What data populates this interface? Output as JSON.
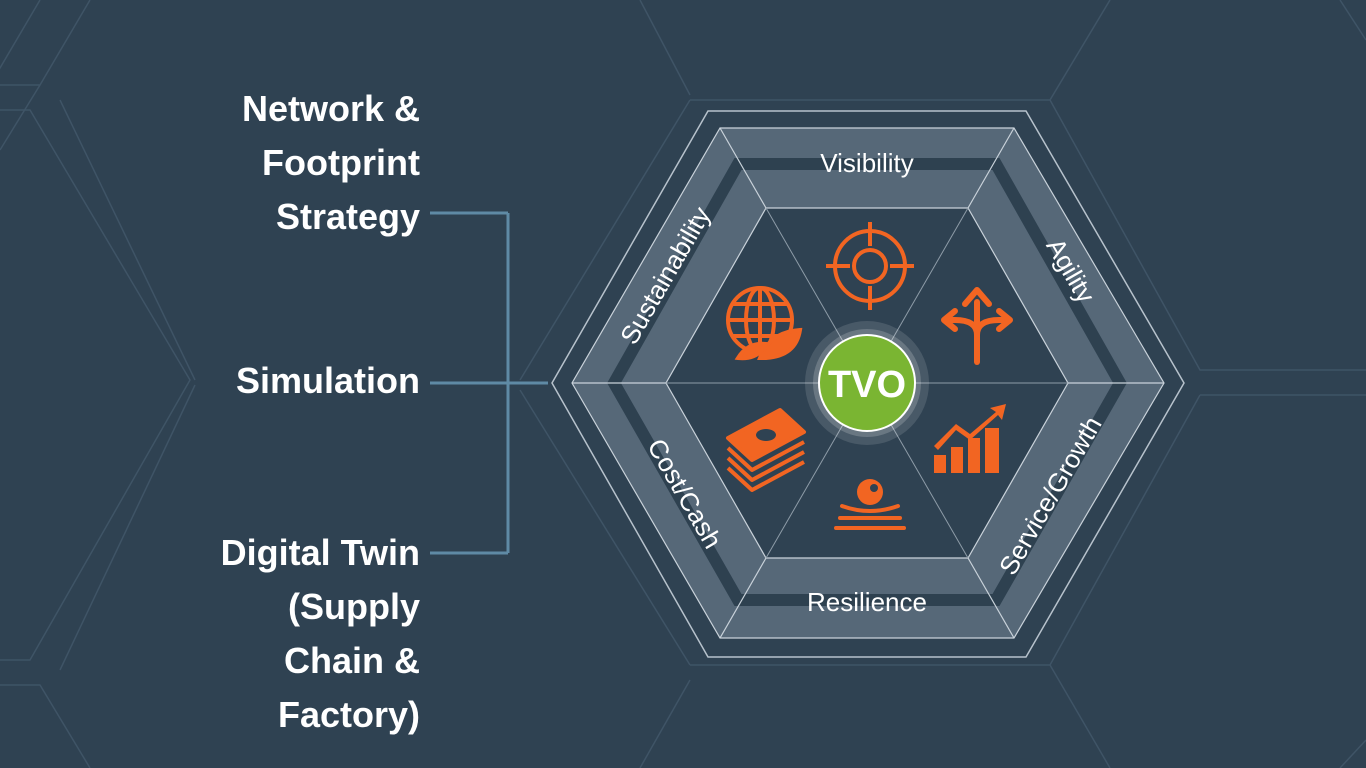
{
  "left_labels": {
    "network_line1": "Network &",
    "network_line2": "Footprint",
    "network_line3": "Strategy",
    "simulation": "Simulation",
    "twin_line1": "Digital Twin",
    "twin_line2": "(Supply",
    "twin_line3": "Chain &",
    "twin_line4": "Factory)"
  },
  "hexagon": {
    "center_label": "TVO",
    "segments": {
      "top": "Visibility",
      "top_right": "Agility",
      "bottom_right": "Service/Growth",
      "bottom": "Resilience",
      "bottom_left": "Cost/Cash",
      "top_left": "Sustainability"
    },
    "icons": [
      "target-icon",
      "branching-arrows-icon",
      "growth-chart-icon",
      "balance-resilience-icon",
      "money-stack-icon",
      "globe-leaf-icon"
    ]
  },
  "colors": {
    "background": "#2f4252",
    "accent_orange": "#f26522",
    "center_green": "#7ab532",
    "connector_blue": "#5f8aa5"
  }
}
